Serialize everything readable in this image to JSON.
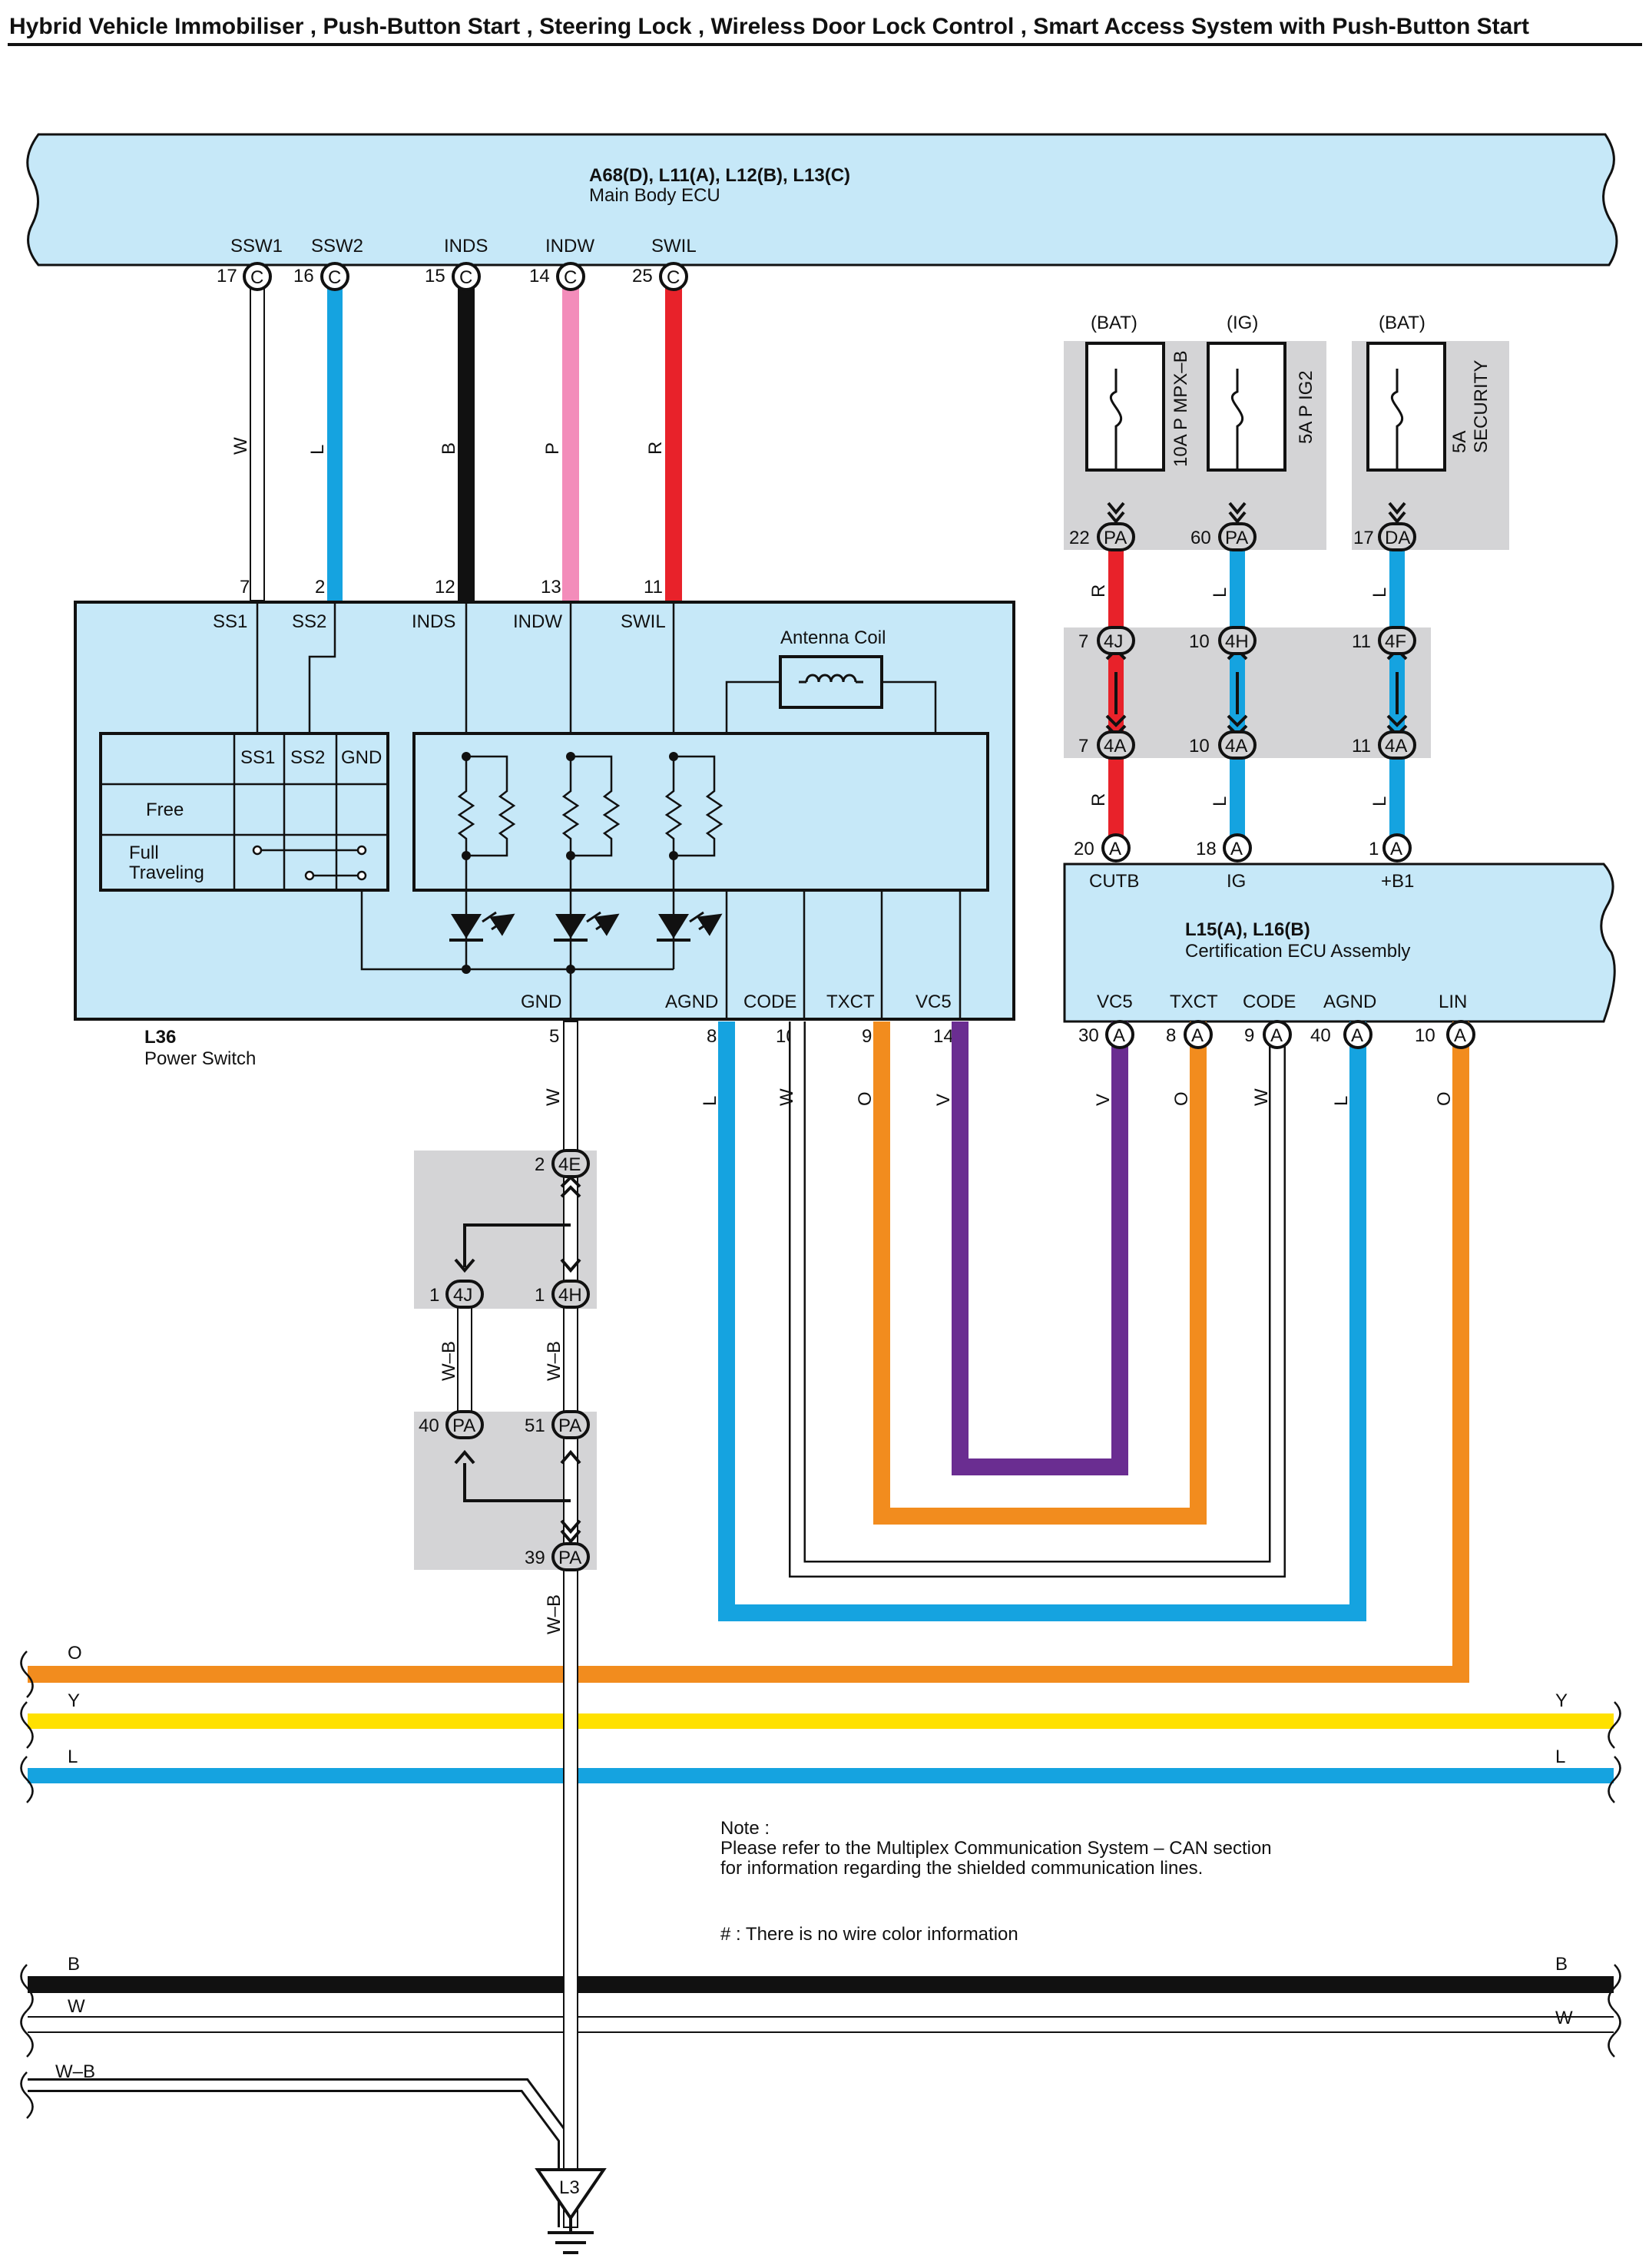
{
  "title": "Hybrid Vehicle Immobiliser , Push-Button Start , Steering Lock , Wireless Door Lock Control , Smart Access System with Push-Button Start",
  "colors": {
    "W": "#ffffff",
    "L": "#15a3e0",
    "B": "#111111",
    "P": "#f38cba",
    "R": "#e8222a",
    "O": "#f28c1e",
    "V": "#6a2d91",
    "Y": "#ffe100",
    "WB": "#ffffff",
    "box": "#c6e8f8",
    "gray": "#d4d4d6"
  },
  "main_body_ecu": {
    "code": "A68(D), L11(A), L12(B), L13(C)",
    "name": "Main Body ECU",
    "terminals": [
      {
        "name": "SSW1",
        "pin": "17",
        "conn": "C"
      },
      {
        "name": "SSW2",
        "pin": "16",
        "conn": "C"
      },
      {
        "name": "INDS",
        "pin": "15",
        "conn": "C"
      },
      {
        "name": "INDW",
        "pin": "14",
        "conn": "C"
      },
      {
        "name": "SWIL",
        "pin": "25",
        "conn": "C"
      }
    ]
  },
  "wires_top": [
    {
      "color": "W",
      "pin": "7"
    },
    {
      "color": "L",
      "pin": "2"
    },
    {
      "color": "B",
      "pin": "12"
    },
    {
      "color": "P",
      "pin": "13"
    },
    {
      "color": "R",
      "pin": "11"
    }
  ],
  "power_switch": {
    "code": "L36",
    "name": "Power Switch",
    "top_terminals": [
      "SS1",
      "SS2",
      "INDS",
      "INDW",
      "SWIL"
    ],
    "antenna": "Antenna Coil",
    "table_headers": [
      "SS1",
      "SS2",
      "GND"
    ],
    "table_rows": [
      "Free",
      "Full",
      "Traveling"
    ],
    "bottom_terminals": [
      "GND",
      "AGND",
      "CODE",
      "TXCT",
      "VC5"
    ],
    "bottom_pins": [
      "5",
      "8",
      "10",
      "9",
      "14"
    ],
    "bottom_colors": [
      "W",
      "L",
      "W",
      "O",
      "V"
    ]
  },
  "fuses": [
    {
      "source": "(BAT)",
      "name": "10A P MPX–B",
      "pin": "22",
      "conn": "PA"
    },
    {
      "source": "(IG)",
      "name_a": "5A P IG2",
      "pin": "60",
      "conn": "PA"
    },
    {
      "source": "(BAT)",
      "name_a": "5A",
      "name_b": "SECURITY",
      "pin": "17",
      "conn": "DA"
    }
  ],
  "fuse_wire_colors": [
    "R",
    "L",
    "L"
  ],
  "junction_upper": [
    {
      "pin": "7",
      "conn": "4J"
    },
    {
      "pin": "10",
      "conn": "4H"
    },
    {
      "pin": "11",
      "conn": "4F"
    }
  ],
  "junction_lower": [
    {
      "pin": "7",
      "conn": "4A"
    },
    {
      "pin": "10",
      "conn": "4A"
    },
    {
      "pin": "11",
      "conn": "4A"
    }
  ],
  "cert_ecu": {
    "code": "L15(A), L16(B)",
    "name": "Certification ECU Assembly",
    "top_terminals": [
      {
        "name": "CUTB",
        "pin": "20",
        "conn": "A"
      },
      {
        "name": "IG",
        "pin": "18",
        "conn": "A"
      },
      {
        "name": "+B1",
        "pin": "1",
        "conn": "A"
      }
    ],
    "bottom_terminals": [
      {
        "name": "VC5",
        "pin": "30",
        "conn": "A",
        "color": "V"
      },
      {
        "name": "TXCT",
        "pin": "8",
        "conn": "A",
        "color": "O"
      },
      {
        "name": "CODE",
        "pin": "9",
        "conn": "A",
        "color": "W"
      },
      {
        "name": "AGND",
        "pin": "40",
        "conn": "A",
        "color": "L"
      },
      {
        "name": "LIN",
        "pin": "10",
        "conn": "A",
        "color": "O"
      }
    ]
  },
  "ground_junctions": [
    {
      "pin": "2",
      "conn": "4E"
    },
    {
      "pin": "1",
      "conn": "4J"
    },
    {
      "pin": "1",
      "conn": "4H"
    },
    {
      "pin": "40",
      "conn": "PA"
    },
    {
      "pin": "51",
      "conn": "PA"
    },
    {
      "pin": "39",
      "conn": "PA"
    }
  ],
  "ground_wire_colors": [
    "W",
    "W–B",
    "W–B",
    "W–B"
  ],
  "bus_lines": [
    {
      "label": "O",
      "color": "O",
      "right_label": ""
    },
    {
      "label": "Y",
      "color": "Y",
      "right_label": "Y"
    },
    {
      "label": "L",
      "color": "L",
      "right_label": "L"
    },
    {
      "label": "B",
      "color": "B",
      "right_label": "B"
    },
    {
      "label": "W",
      "color": "W",
      "right_label": "W"
    },
    {
      "label": "W–B",
      "color": "WB",
      "right_label": ""
    }
  ],
  "note": {
    "heading": "Note :",
    "line1": "Please refer to the Multiplex Communication System – CAN section",
    "line2": "for information regarding the shielded communication lines.",
    "hash": "# : There is no wire color information"
  },
  "ground_point": "L3"
}
